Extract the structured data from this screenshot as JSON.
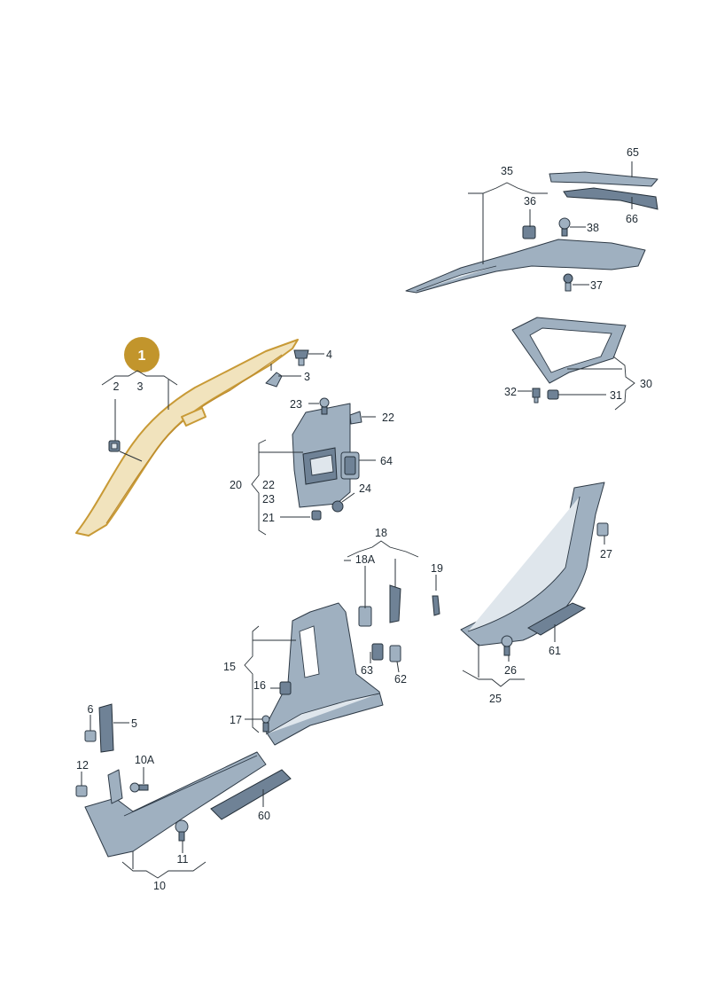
{
  "badge": {
    "label": "1",
    "color": "#c2952c"
  },
  "labels": {
    "l65": "65",
    "l35": "35",
    "l36": "36",
    "l38": "38",
    "l66": "66",
    "l37": "37",
    "l4": "4",
    "l3a": "3",
    "l2": "2",
    "l3b": "3",
    "l23a": "23",
    "l22a": "22",
    "l64": "64",
    "l20": "20",
    "l22b": "22",
    "l23b": "23",
    "l24": "24",
    "l21": "21",
    "l32": "32",
    "l31": "31",
    "l30": "30",
    "l18": "18",
    "l18A": "18A",
    "l19": "19",
    "l27": "27",
    "l61": "61",
    "l26": "26",
    "l25": "25",
    "l15": "15",
    "l16": "16",
    "l63": "63",
    "l62": "62",
    "l17": "17",
    "l6": "6",
    "l5": "5",
    "l12": "12",
    "l10A": "10A",
    "l60": "60",
    "l11": "11",
    "l10": "10"
  },
  "colors": {
    "highlight": "#f1e3bd",
    "highlight_stroke": "#c89a36",
    "part": "#9fb0c0",
    "outline": "#2e3a46"
  }
}
